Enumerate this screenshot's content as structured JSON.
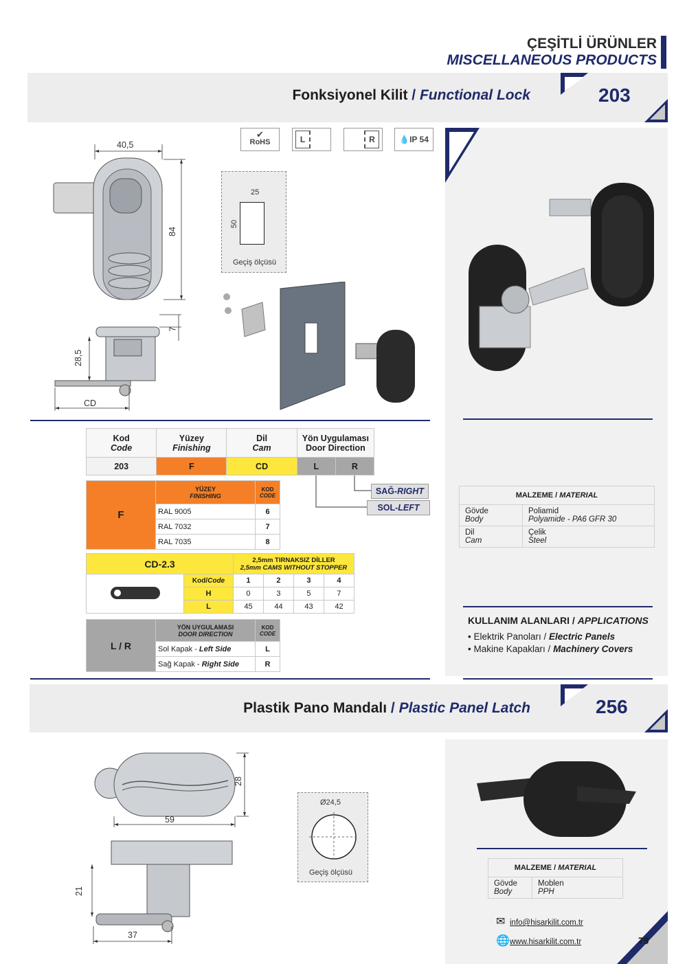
{
  "header": {
    "tr_line1": "ÇEŞİTLİ ÜRÜNLER",
    "tr_line2": "MISCELLANEOUS PRODUCTS"
  },
  "product1": {
    "title_tr": "Fonksiyonel Kilit",
    "sep": " / ",
    "title_en": "Functional Lock",
    "number": "203",
    "badges": {
      "rohs": "RoHS",
      "left": "L",
      "right": "R",
      "ip": "IP 54"
    },
    "dims": {
      "width": "40,5",
      "height": "84",
      "h7": "7",
      "h28": "28,5",
      "cd": "CD"
    },
    "cutout": {
      "w": "25",
      "h": "50",
      "label": "Geçiş ölçüsü"
    },
    "code_table": {
      "headers": [
        [
          "Kod",
          "Code"
        ],
        [
          "Yüzey",
          "Finishing"
        ],
        [
          "Dil",
          "Cam"
        ],
        [
          "Yön Uygulaması",
          "Door Direction"
        ]
      ],
      "values": [
        "203",
        "F",
        "CD",
        "L",
        "R"
      ]
    },
    "direction_labels": {
      "right_tr": "SAĞ-",
      "right_en": "RIGHT",
      "left_tr": "SOL-",
      "left_en": "LEFT"
    },
    "finishing": {
      "key": "F",
      "hdr_tr": "YÜZEY",
      "hdr_en": "FINISHING",
      "kod_tr": "KOD",
      "kod_en": "CODE",
      "rows": [
        [
          "RAL 9005",
          "6"
        ],
        [
          "RAL 7032",
          "7"
        ],
        [
          "RAL 7035",
          "8"
        ]
      ]
    },
    "cam": {
      "key": "CD-2.3",
      "hdr_tr": "2,5mm TIRNAKSIZ DİLLER",
      "hdr_en": "2,5mm CAMS WITHOUT STOPPER",
      "kodcode": "Kod/Code",
      "cols": [
        "1",
        "2",
        "3",
        "4"
      ],
      "h_label": "H",
      "h_vals": [
        "0",
        "3",
        "5",
        "7"
      ],
      "l_label": "L",
      "l_vals": [
        "45",
        "44",
        "43",
        "42"
      ]
    },
    "direction": {
      "key": "L / R",
      "hdr_tr": "YÖN UYGULAMASI",
      "hdr_en": "DOOR DIRECTION",
      "kod_tr": "KOD",
      "kod_en": "CODE",
      "rows": [
        [
          "Sol Kapak - ",
          "Left Side",
          "L"
        ],
        [
          "Sağ Kapak - ",
          "Right Side",
          "R"
        ]
      ]
    },
    "material": {
      "hdr_tr": "MALZEME",
      "hdr_en": "MATERIAL",
      "rows": [
        [
          "Gövde",
          "Body",
          "Poliamid",
          "Polyamide - PA6 GFR 30"
        ],
        [
          "Dil",
          "Cam",
          "Çelik",
          "Steel"
        ]
      ]
    },
    "applications": {
      "hdr_tr": "KULLANIM ALANLARI",
      "hdr_en": "APPLICATIONS",
      "items": [
        [
          "Elektrik Panoları",
          "Electric Panels"
        ],
        [
          "Makine Kapakları",
          "Machinery Covers"
        ]
      ]
    }
  },
  "product2": {
    "title_tr": "Plastik Pano Mandalı",
    "sep": " / ",
    "title_en": "Plastic Panel Latch",
    "number": "256",
    "dims": {
      "h28": "28",
      "w59": "59",
      "h21": "21",
      "w37": "37"
    },
    "cutout": {
      "d": "Ø24,5",
      "label": "Geçiş ölçüsü"
    },
    "material": {
      "hdr_tr": "MALZEME",
      "hdr_en": "MATERIAL",
      "rows": [
        [
          "Gövde",
          "Body",
          "Moblen",
          "PPH"
        ]
      ]
    }
  },
  "footer": {
    "email": "info@hisarkilit.com.tr",
    "web": "www.hisarkilit.com.tr",
    "page": "79"
  }
}
